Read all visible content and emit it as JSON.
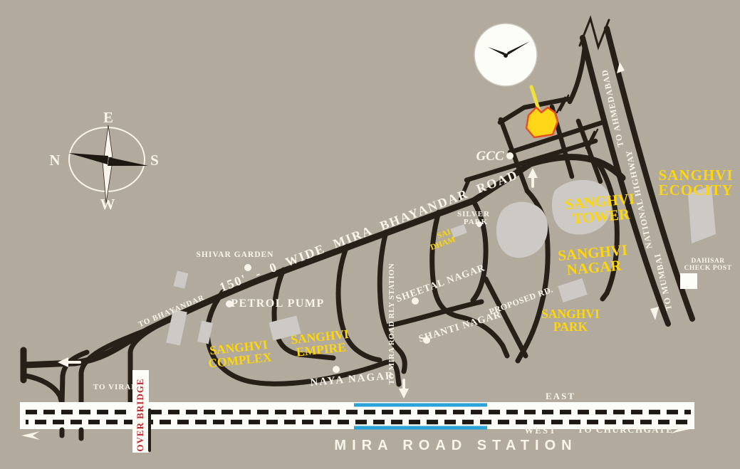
{
  "colors": {
    "background": "#b1aa9d",
    "road_black": "#272019",
    "label_white": "#f8f4ea",
    "label_yellow": "#ffd60a",
    "highlight_building_fill": "#ffd718",
    "highlight_building_outline": "#e8501e",
    "building_gray": "#cdcac6",
    "platform_blue": "#2ba3d8",
    "over_bridge_red": "#c0272d",
    "railway_white": "#fdfdf8"
  },
  "compass": {
    "east": "E",
    "south": "S",
    "west": "W",
    "north": "N"
  },
  "icons": {
    "clock": "clock-icon",
    "compass": "compass-rose-icon",
    "location_pointer": "location-pointer-line",
    "highlighted_building": "highlighted-building-shape"
  },
  "labels": {
    "main_road": "150' - 0 WIDE MIRA BHAYANDAR ROAD",
    "to_bhayandar": "TO BHAYANDAR",
    "to_virar": "TO VIRAR",
    "over_bridge": "OVER BRIDGE",
    "shivar_garden": "SHIVAR GARDEN",
    "petrol_pump": "PETROL PUMP",
    "naya_nagar": "NAYA NAGAR",
    "sheetal_nagar": "SHEETAL NAGAR",
    "shanti_nagar": "SHANTI NAGAR",
    "to_mira_road_rly_station": "TO MIRA ROAD RLY STATION",
    "proposed_rd": "PROPOSED RD.",
    "gcc": "GCC",
    "silver_park": [
      "SILVER",
      "PARK"
    ],
    "sai_dham": [
      "SAI",
      "DHAM"
    ],
    "sanghvi_complex": [
      "SANGHVI",
      "COMPLEX"
    ],
    "sanghvi_empire": [
      "SANGHVI",
      "EMPIRE"
    ],
    "sanghvi_tower": [
      "SANGHVI",
      "TOWER"
    ],
    "sanghvi_nagar": [
      "SANGHVI",
      "NAGAR"
    ],
    "sanghvi_park": [
      "SANGHVI",
      "PARK"
    ],
    "sanghvi_ecocity": [
      "SANGHVI",
      "ECOCITY"
    ],
    "dahisar_check_post": [
      "DAHISAR",
      "CHECK POST"
    ],
    "national_highway": "NATIONAL HIGHWAY",
    "to_ahmedabad": "TO AHMEDABAD",
    "to_mumbai": "TO MUMBAI",
    "east": "EAST",
    "west": "WEST",
    "to_churchgate": "TO CHURCHGATE",
    "mira_road_station": "MIRA ROAD STATION"
  }
}
